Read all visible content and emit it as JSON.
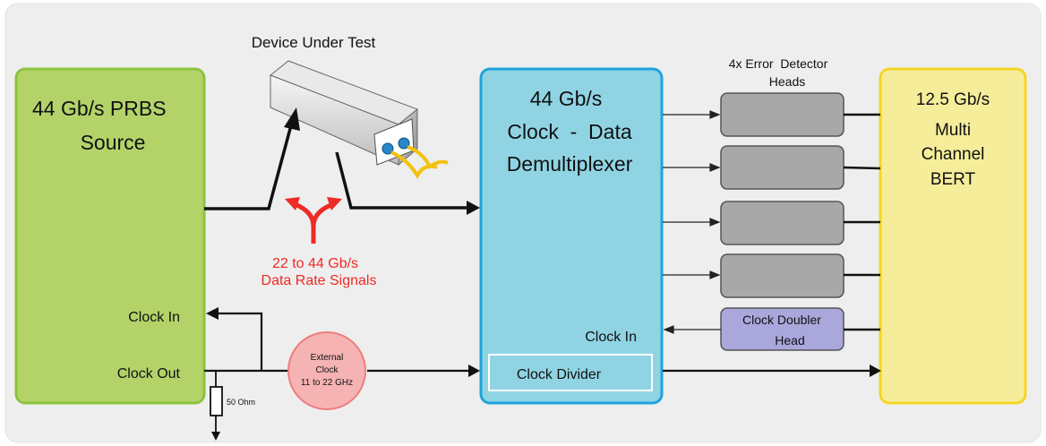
{
  "dut": {
    "label": "Device Under Test"
  },
  "source": {
    "title_line1": "44 Gb/s PRBS",
    "title_line2": "Source",
    "clock_in": "Clock In",
    "clock_out": "Clock Out"
  },
  "demux": {
    "line1": "44 Gb/s",
    "line2": "Clock  -  Data",
    "line3": "Demultiplexer",
    "clock_in": "Clock In",
    "clock_divider": "Clock Divider"
  },
  "error_detector": {
    "label_line1": "4x Error  Detector",
    "label_line2": "Heads"
  },
  "clock_doubler": {
    "line1": "Clock Doubler",
    "line2": "Head"
  },
  "bert": {
    "line1": "12.5 Gb/s",
    "line2": "Multi",
    "line3": "Channel",
    "line4": "BERT"
  },
  "signals": {
    "line1": "22 to 44 Gb/s",
    "line2": "Data Rate Signals"
  },
  "external_clock": {
    "line1": "External",
    "line2": "Clock",
    "line3": "11 to 22 GHz"
  },
  "termination": {
    "label": "50 Ohm"
  },
  "colors": {
    "background": "#eeeeee",
    "source_fill": "#b3d369",
    "source_border": "#8dc33f",
    "demux_fill": "#90d4e4",
    "demux_border": "#1ea4dc",
    "bert_fill": "#f5ed9a",
    "bert_border": "#f6d524",
    "head_fill": "#a8a8a8",
    "doubler_fill": "#a9a7dc",
    "ext_clock_fill": "#f6b3b3",
    "ext_clock_border": "#ee7d7d",
    "signal_red": "#ee2b24"
  }
}
